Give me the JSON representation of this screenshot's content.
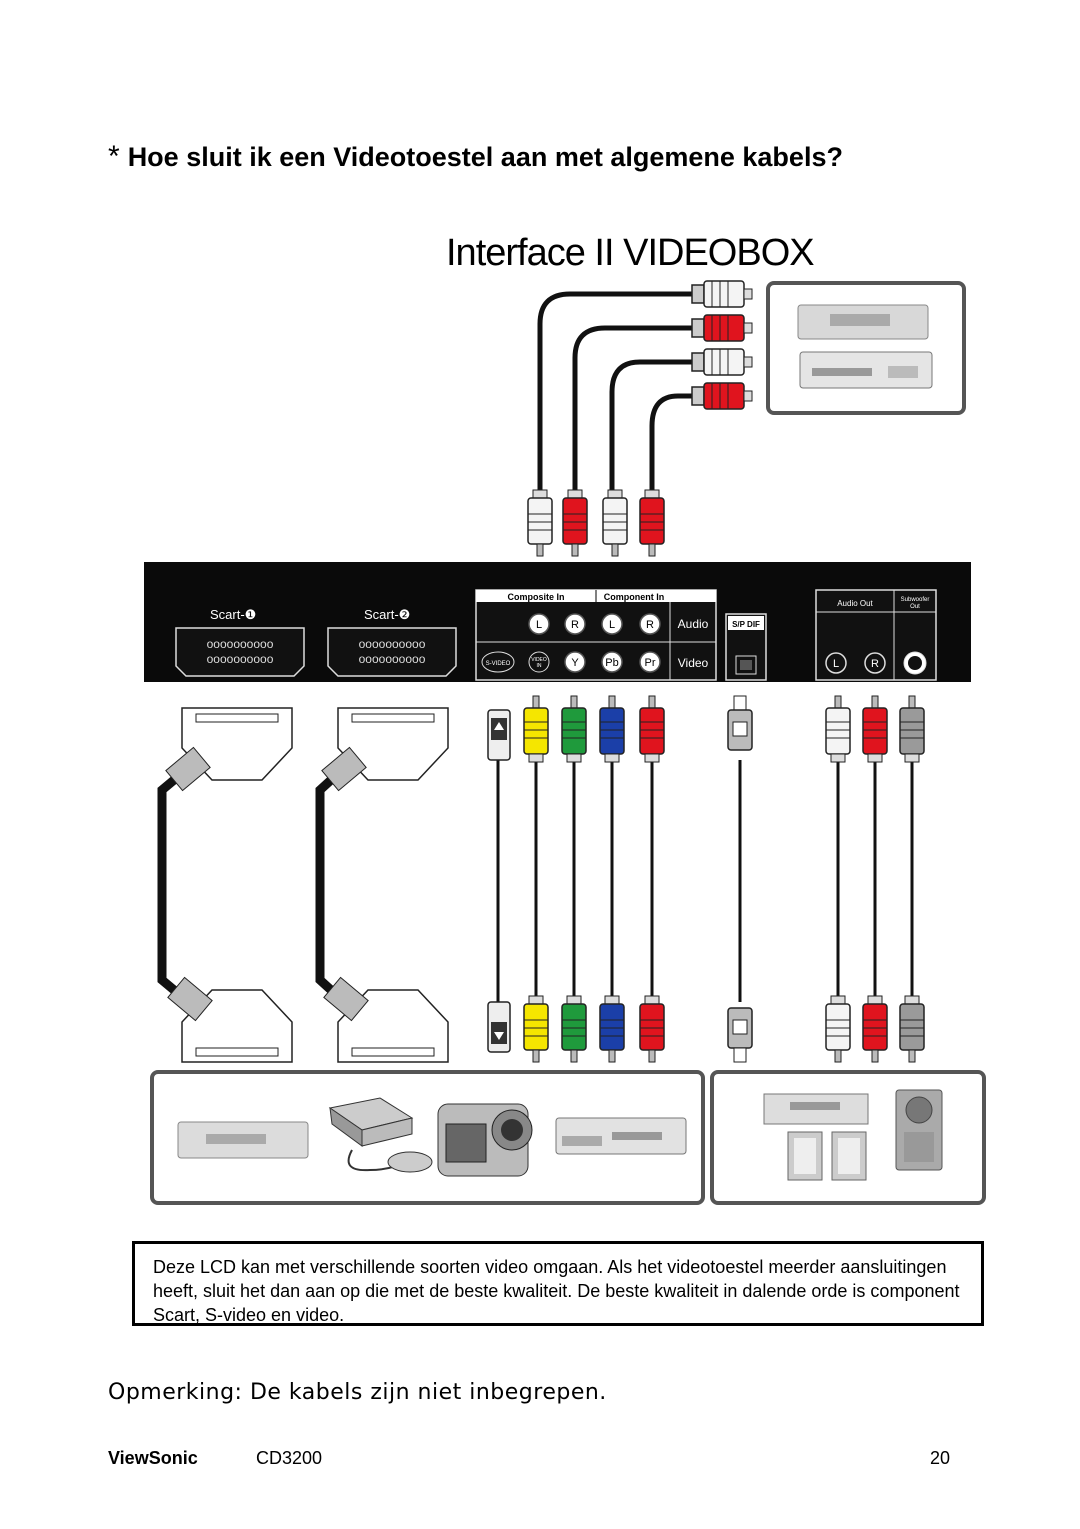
{
  "heading": {
    "marker": "*",
    "text": "Hoe sluit ik een Videotoestel aan met algemene kabels?"
  },
  "diagram": {
    "title": "Interface II  VIDEOBOX",
    "panel": {
      "scart1": "Scart-❶",
      "scart2": "Scart-❷",
      "composite_in": "Composite In",
      "component_in": "Component In",
      "audio": "Audio",
      "video": "Video",
      "spdif": "S/P DIF",
      "audio_out": "Audio Out",
      "subwoofer": "Subwoofer",
      "subwoofer_out": "Out",
      "svideo": "S-VIDEO",
      "video_in_1": "VIDEO",
      "video_in_2": "IN",
      "jack_L": "L",
      "jack_R": "R",
      "jack_Y": "Y",
      "jack_Pb": "Pb",
      "jack_Pr": "Pr"
    },
    "colors": {
      "red": "#e0141e",
      "white": "#f4f4f4",
      "yellow": "#f5e600",
      "green": "#1f9a3c",
      "blue": "#1b3fa8",
      "grey": "#9a9a9a"
    }
  },
  "note": "Deze LCD kan met verschillende soorten video omgaan. Als het videotoestel meerder aansluitingen heeft, sluit het dan aan op die met de beste kwaliteit. De beste kwaliteit in dalende orde is component Scart, S-video en video.",
  "remark": "Opmerking: De kabels zijn niet inbegrepen.",
  "footer": {
    "brand": "ViewSonic",
    "model": "CD3200",
    "page": "20"
  }
}
